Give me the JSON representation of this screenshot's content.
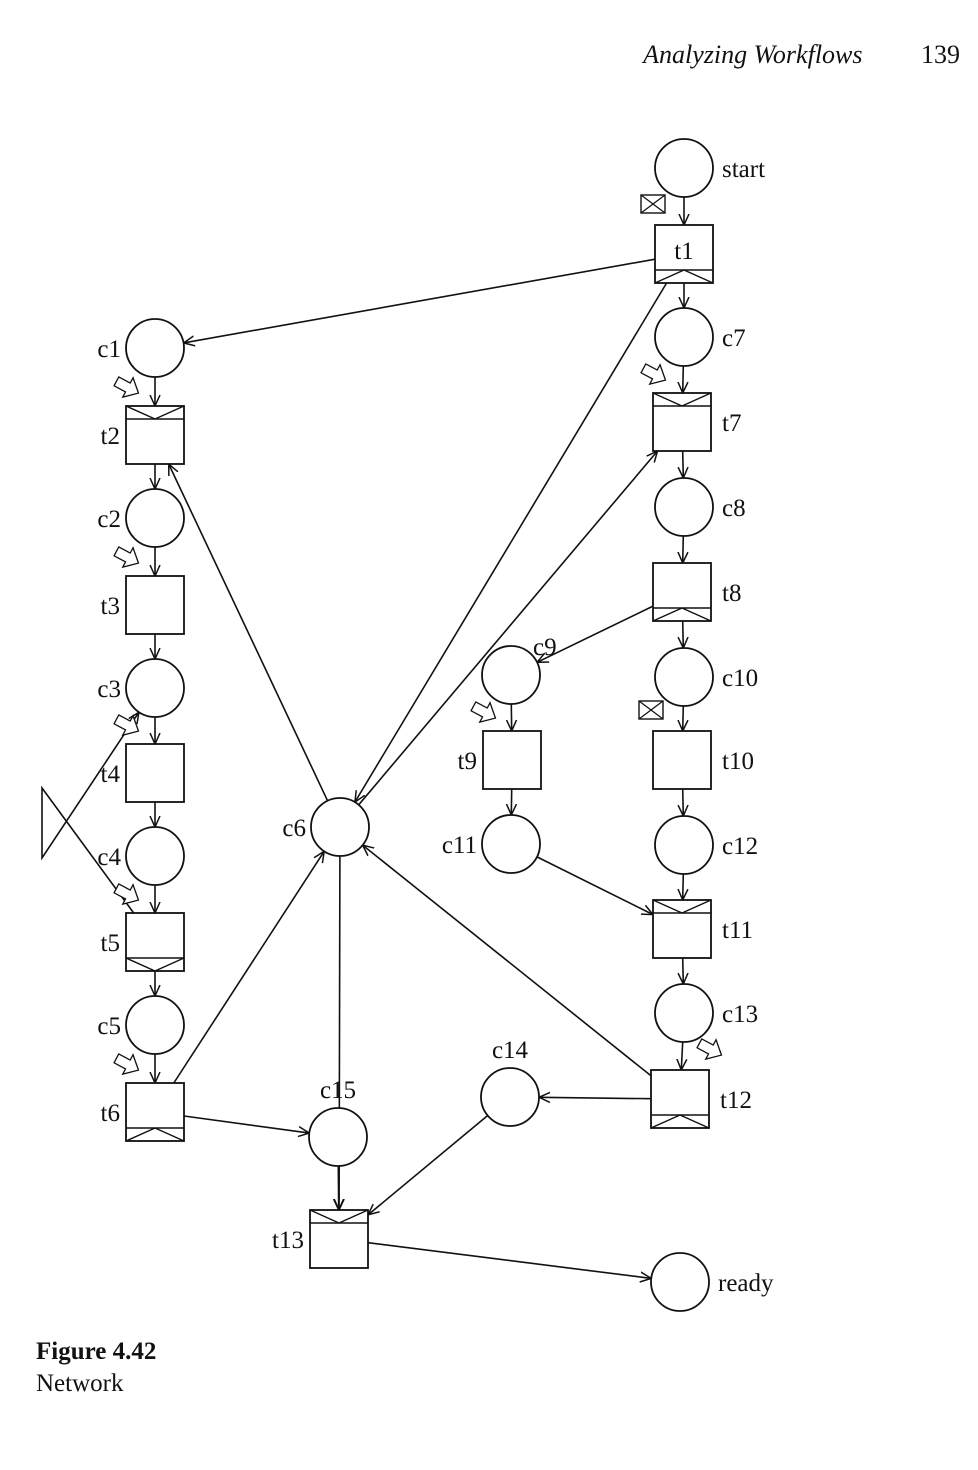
{
  "header": {
    "title": "Analyzing Workflows",
    "page": "139"
  },
  "caption": {
    "figure": "Figure 4.42",
    "name": "Network"
  },
  "places": [
    {
      "id": "start",
      "label": "start"
    },
    {
      "id": "c1",
      "label": "c1"
    },
    {
      "id": "c2",
      "label": "c2"
    },
    {
      "id": "c3",
      "label": "c3"
    },
    {
      "id": "c4",
      "label": "c4"
    },
    {
      "id": "c5",
      "label": "c5"
    },
    {
      "id": "c6",
      "label": "c6"
    },
    {
      "id": "c7",
      "label": "c7"
    },
    {
      "id": "c8",
      "label": "c8"
    },
    {
      "id": "c9",
      "label": "c9"
    },
    {
      "id": "c10",
      "label": "c10"
    },
    {
      "id": "c11",
      "label": "c11"
    },
    {
      "id": "c12",
      "label": "c12"
    },
    {
      "id": "c13",
      "label": "c13"
    },
    {
      "id": "c14",
      "label": "c14"
    },
    {
      "id": "c15",
      "label": "c15"
    },
    {
      "id": "ready",
      "label": "ready"
    }
  ],
  "transitions": [
    {
      "id": "t1",
      "label": "t1",
      "split": "and-split",
      "trigger": "message"
    },
    {
      "id": "t2",
      "label": "t2",
      "join": "and-join",
      "trigger": "user"
    },
    {
      "id": "t3",
      "label": "t3",
      "trigger": "user"
    },
    {
      "id": "t4",
      "label": "t4",
      "trigger": "user"
    },
    {
      "id": "t5",
      "label": "t5",
      "split": "xor-split",
      "trigger": "user"
    },
    {
      "id": "t6",
      "label": "t6",
      "split": "and-split",
      "trigger": "user"
    },
    {
      "id": "t7",
      "label": "t7",
      "join": "and-join",
      "trigger": "user"
    },
    {
      "id": "t8",
      "label": "t8",
      "split": "and-split"
    },
    {
      "id": "t9",
      "label": "t9",
      "trigger": "user"
    },
    {
      "id": "t10",
      "label": "t10",
      "trigger": "message"
    },
    {
      "id": "t11",
      "label": "t11",
      "join": "and-join"
    },
    {
      "id": "t12",
      "label": "t12",
      "split": "and-split",
      "trigger": "user"
    },
    {
      "id": "t13",
      "label": "t13",
      "join": "and-join"
    }
  ],
  "arcs": [
    [
      "start",
      "t1"
    ],
    [
      "t1",
      "c1"
    ],
    [
      "t1",
      "c7"
    ],
    [
      "t1",
      "c6"
    ],
    [
      "c1",
      "t2"
    ],
    [
      "c6",
      "t2"
    ],
    [
      "t2",
      "c2"
    ],
    [
      "c2",
      "t3"
    ],
    [
      "t3",
      "c3"
    ],
    [
      "c3",
      "t4"
    ],
    [
      "t4",
      "c4"
    ],
    [
      "c4",
      "t5"
    ],
    [
      "t5",
      "c3"
    ],
    [
      "t5",
      "c5"
    ],
    [
      "c5",
      "t6"
    ],
    [
      "t6",
      "c6"
    ],
    [
      "t6",
      "c15"
    ],
    [
      "c7",
      "t7"
    ],
    [
      "c6",
      "t7"
    ],
    [
      "t7",
      "c8"
    ],
    [
      "c8",
      "t8"
    ],
    [
      "t8",
      "c9"
    ],
    [
      "t8",
      "c10"
    ],
    [
      "c9",
      "t9"
    ],
    [
      "t9",
      "c11"
    ],
    [
      "c10",
      "t10"
    ],
    [
      "t10",
      "c12"
    ],
    [
      "c11",
      "t11"
    ],
    [
      "c12",
      "t11"
    ],
    [
      "t11",
      "c13"
    ],
    [
      "c13",
      "t12"
    ],
    [
      "t12",
      "c14"
    ],
    [
      "t12",
      "c6"
    ],
    [
      "c15",
      "t13"
    ],
    [
      "c6",
      "t13"
    ],
    [
      "c14",
      "t13"
    ],
    [
      "t13",
      "ready"
    ]
  ]
}
